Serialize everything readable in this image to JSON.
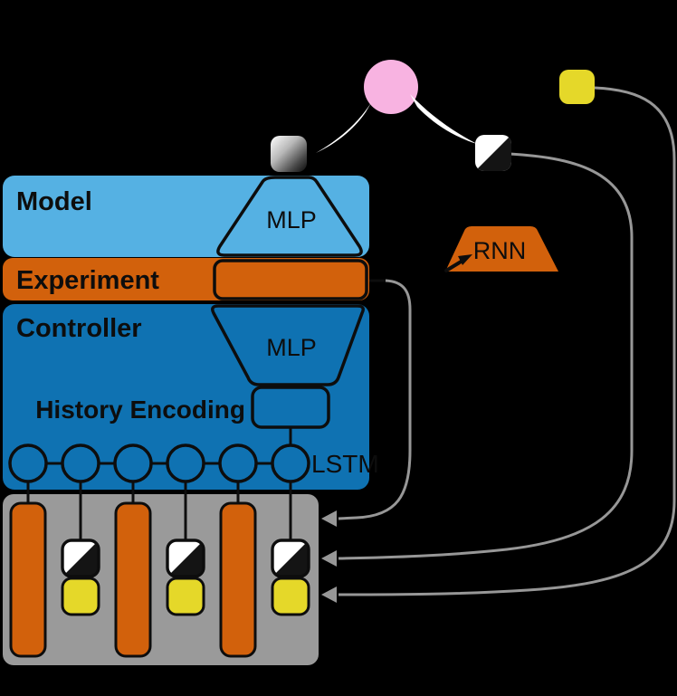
{
  "labels": {
    "model": "Model",
    "experiment": "Experiment",
    "controller": "Controller",
    "model_mlp": "MLP",
    "controller_mlp": "MLP",
    "history_encoding": "History Encoding",
    "lstm": "LSTM",
    "rnn": "RNN"
  },
  "colors": {
    "background": "#000000",
    "model_blue": "#55b1e3",
    "controller_blue": "#0f72b2",
    "orange": "#d2610c",
    "gray_box": "#9a9a9a",
    "yellow": "#e5d829",
    "pink": "#f8b3e1",
    "connector_gray": "#979797",
    "white": "#ffffff"
  },
  "icons": {
    "pink_circle": "task-node",
    "gradient_square": "gradient-token",
    "bw_square": "parameter-token",
    "yellow_square": "hyperparameter-token"
  }
}
